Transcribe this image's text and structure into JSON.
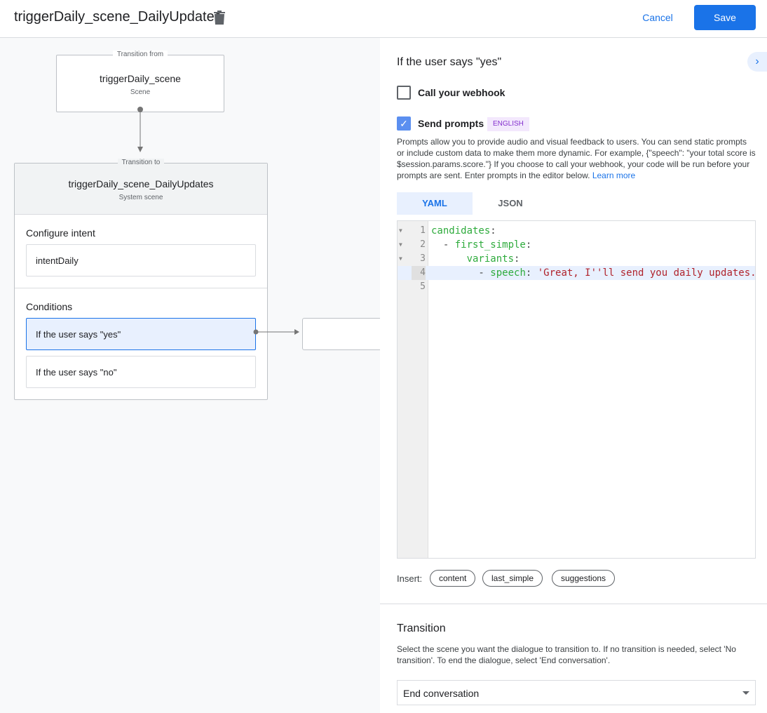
{
  "header": {
    "title": "triggerDaily_scene_DailyUpdates",
    "cancel": "Cancel",
    "save": "Save"
  },
  "canvas": {
    "from": {
      "label": "Transition from",
      "name": "triggerDaily_scene",
      "type": "Scene"
    },
    "to": {
      "label": "Transition to",
      "name": "triggerDaily_scene_DailyUpdates",
      "type": "System scene"
    },
    "configure_intent": "Configure intent",
    "intent": "intentDaily",
    "conditions_label": "Conditions",
    "conditions": [
      "If the user says \"yes\"",
      "If the user says \"no\""
    ]
  },
  "panel": {
    "heading": "If the user says \"yes\"",
    "webhook": {
      "label": "Call your webhook",
      "checked": false
    },
    "prompts": {
      "label": "Send prompts",
      "checked": true,
      "badge": "ENGLISH"
    },
    "description": "Prompts allow you to provide audio and visual feedback to users. You can send static prompts or include custom data to make them more dynamic. For example, {\"speech\": \"your total score is $session.params.score.\"} If you choose to call your webhook, your code will be run before your prompts are sent. Enter prompts in the editor below.",
    "learn_more": "Learn more",
    "tabs": [
      "YAML",
      "JSON"
    ],
    "active_tab": "YAML",
    "code": [
      {
        "n": "1",
        "key": "candidates",
        "indent": "",
        "rest": ":"
      },
      {
        "n": "2",
        "key": "first_simple",
        "indent": "  - ",
        "rest": ":"
      },
      {
        "n": "3",
        "key": "variants",
        "indent": "      ",
        "rest": ":"
      },
      {
        "n": "4",
        "key": "speech",
        "indent": "        - ",
        "rest": ": ",
        "str": "'Great, I''ll send you daily updates."
      },
      {
        "n": "5",
        "key": "",
        "indent": "",
        "rest": ""
      }
    ],
    "insert_label": "Insert:",
    "insert_chips": [
      "content",
      "last_simple",
      "suggestions"
    ],
    "transition": {
      "heading": "Transition",
      "description": "Select the scene you want the dialogue to transition to. If no transition is needed, select 'No transition'. To end the dialogue, select 'End conversation'.",
      "value": "End conversation"
    }
  }
}
